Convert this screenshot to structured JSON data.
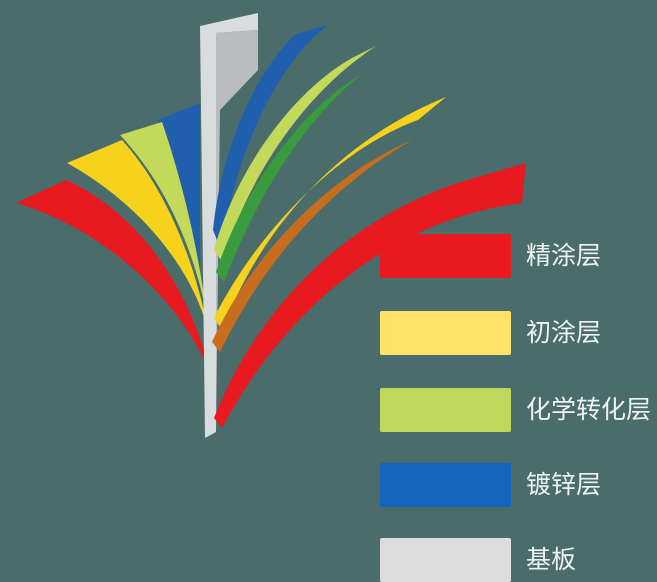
{
  "legend": {
    "items": [
      {
        "label": "精涂层",
        "color": "#e8191f"
      },
      {
        "label": "初涂层",
        "color": "#ffe16a"
      },
      {
        "label": "化学转化层",
        "color": "#bfd85c"
      },
      {
        "label": "镀锌层",
        "color": "#1565c0"
      },
      {
        "label": "基板",
        "color": "#dcdcdc"
      }
    ]
  },
  "layers": {
    "topcoat_color": "#e8191f",
    "primer_color": "#f7d21c",
    "conversion_color": "#c3d95a",
    "zinc_color": "#1f5fae",
    "green_color": "#3a9a3e",
    "orange_color": "#c86d1e",
    "substrate_color": "#d9dcdc",
    "background": "#4a6c6b"
  }
}
